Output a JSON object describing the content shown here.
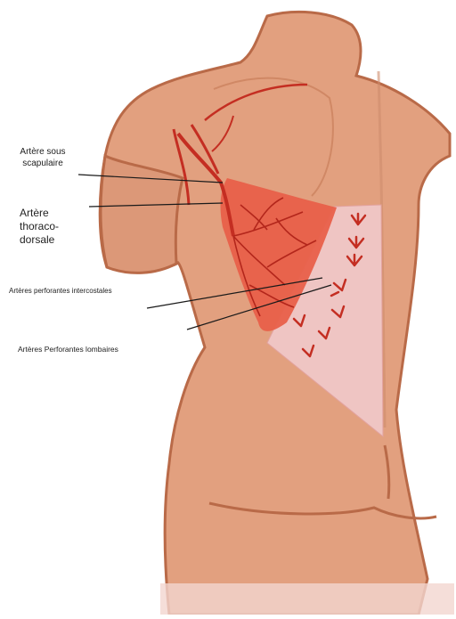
{
  "labels": {
    "sous_scapulaire": {
      "line1": "Artère sous",
      "line2": "scapulaire"
    },
    "thoraco_dorsale": {
      "line1": "Artère",
      "line2": "thoraco-",
      "line3": "dorsale"
    },
    "perforantes_intercostales": "Artères perforantes intercostales",
    "perforantes_lombaires": "Artères Perforantes lombaires"
  },
  "colors": {
    "skin": "#e2a07f",
    "skin_outline": "#b96a48",
    "flap": "#e8604a",
    "vessel": "#c42e22",
    "perforator_zone": "#efc5c3",
    "leader_line": "#1a1a1a"
  }
}
